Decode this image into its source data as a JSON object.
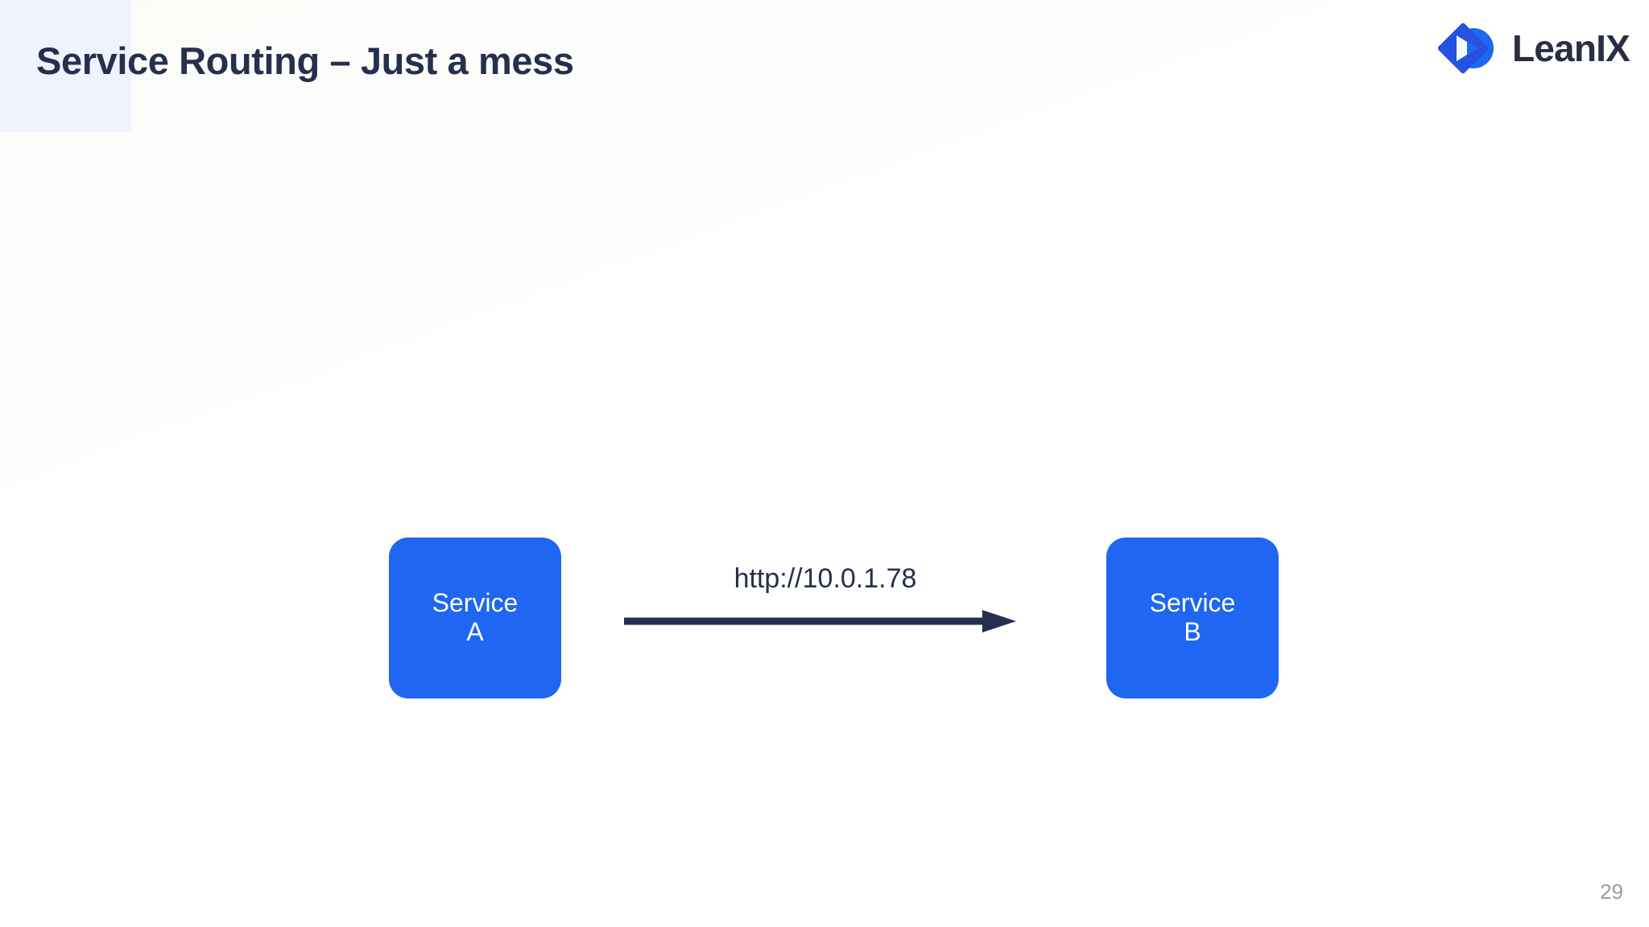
{
  "slide": {
    "title": "Service Routing – Just a mess",
    "page_number": "29",
    "background_color": "#ffffff",
    "accent_square_color": "#eef3fd",
    "title_color": "#262f4e"
  },
  "logo": {
    "wordmark": "LeanIX",
    "mark_name": "leanix-logo-mark",
    "mark_color_diamond": "#2552e0",
    "mark_color_circle": "#1f66f2",
    "wordmark_color": "#2a2e45"
  },
  "diagram": {
    "type": "service-routing",
    "node_fill_color": "#1f66f2",
    "node_text_color": "#ffffff",
    "edge_color": "#262f4e",
    "nodes": [
      {
        "id": "service-a",
        "line1": "Service",
        "line2": "A"
      },
      {
        "id": "service-b",
        "line1": "Service",
        "line2": "B"
      }
    ],
    "edges": [
      {
        "from": "service-a",
        "to": "service-b",
        "label": "http://10.0.1.78",
        "direction": "right"
      }
    ]
  }
}
